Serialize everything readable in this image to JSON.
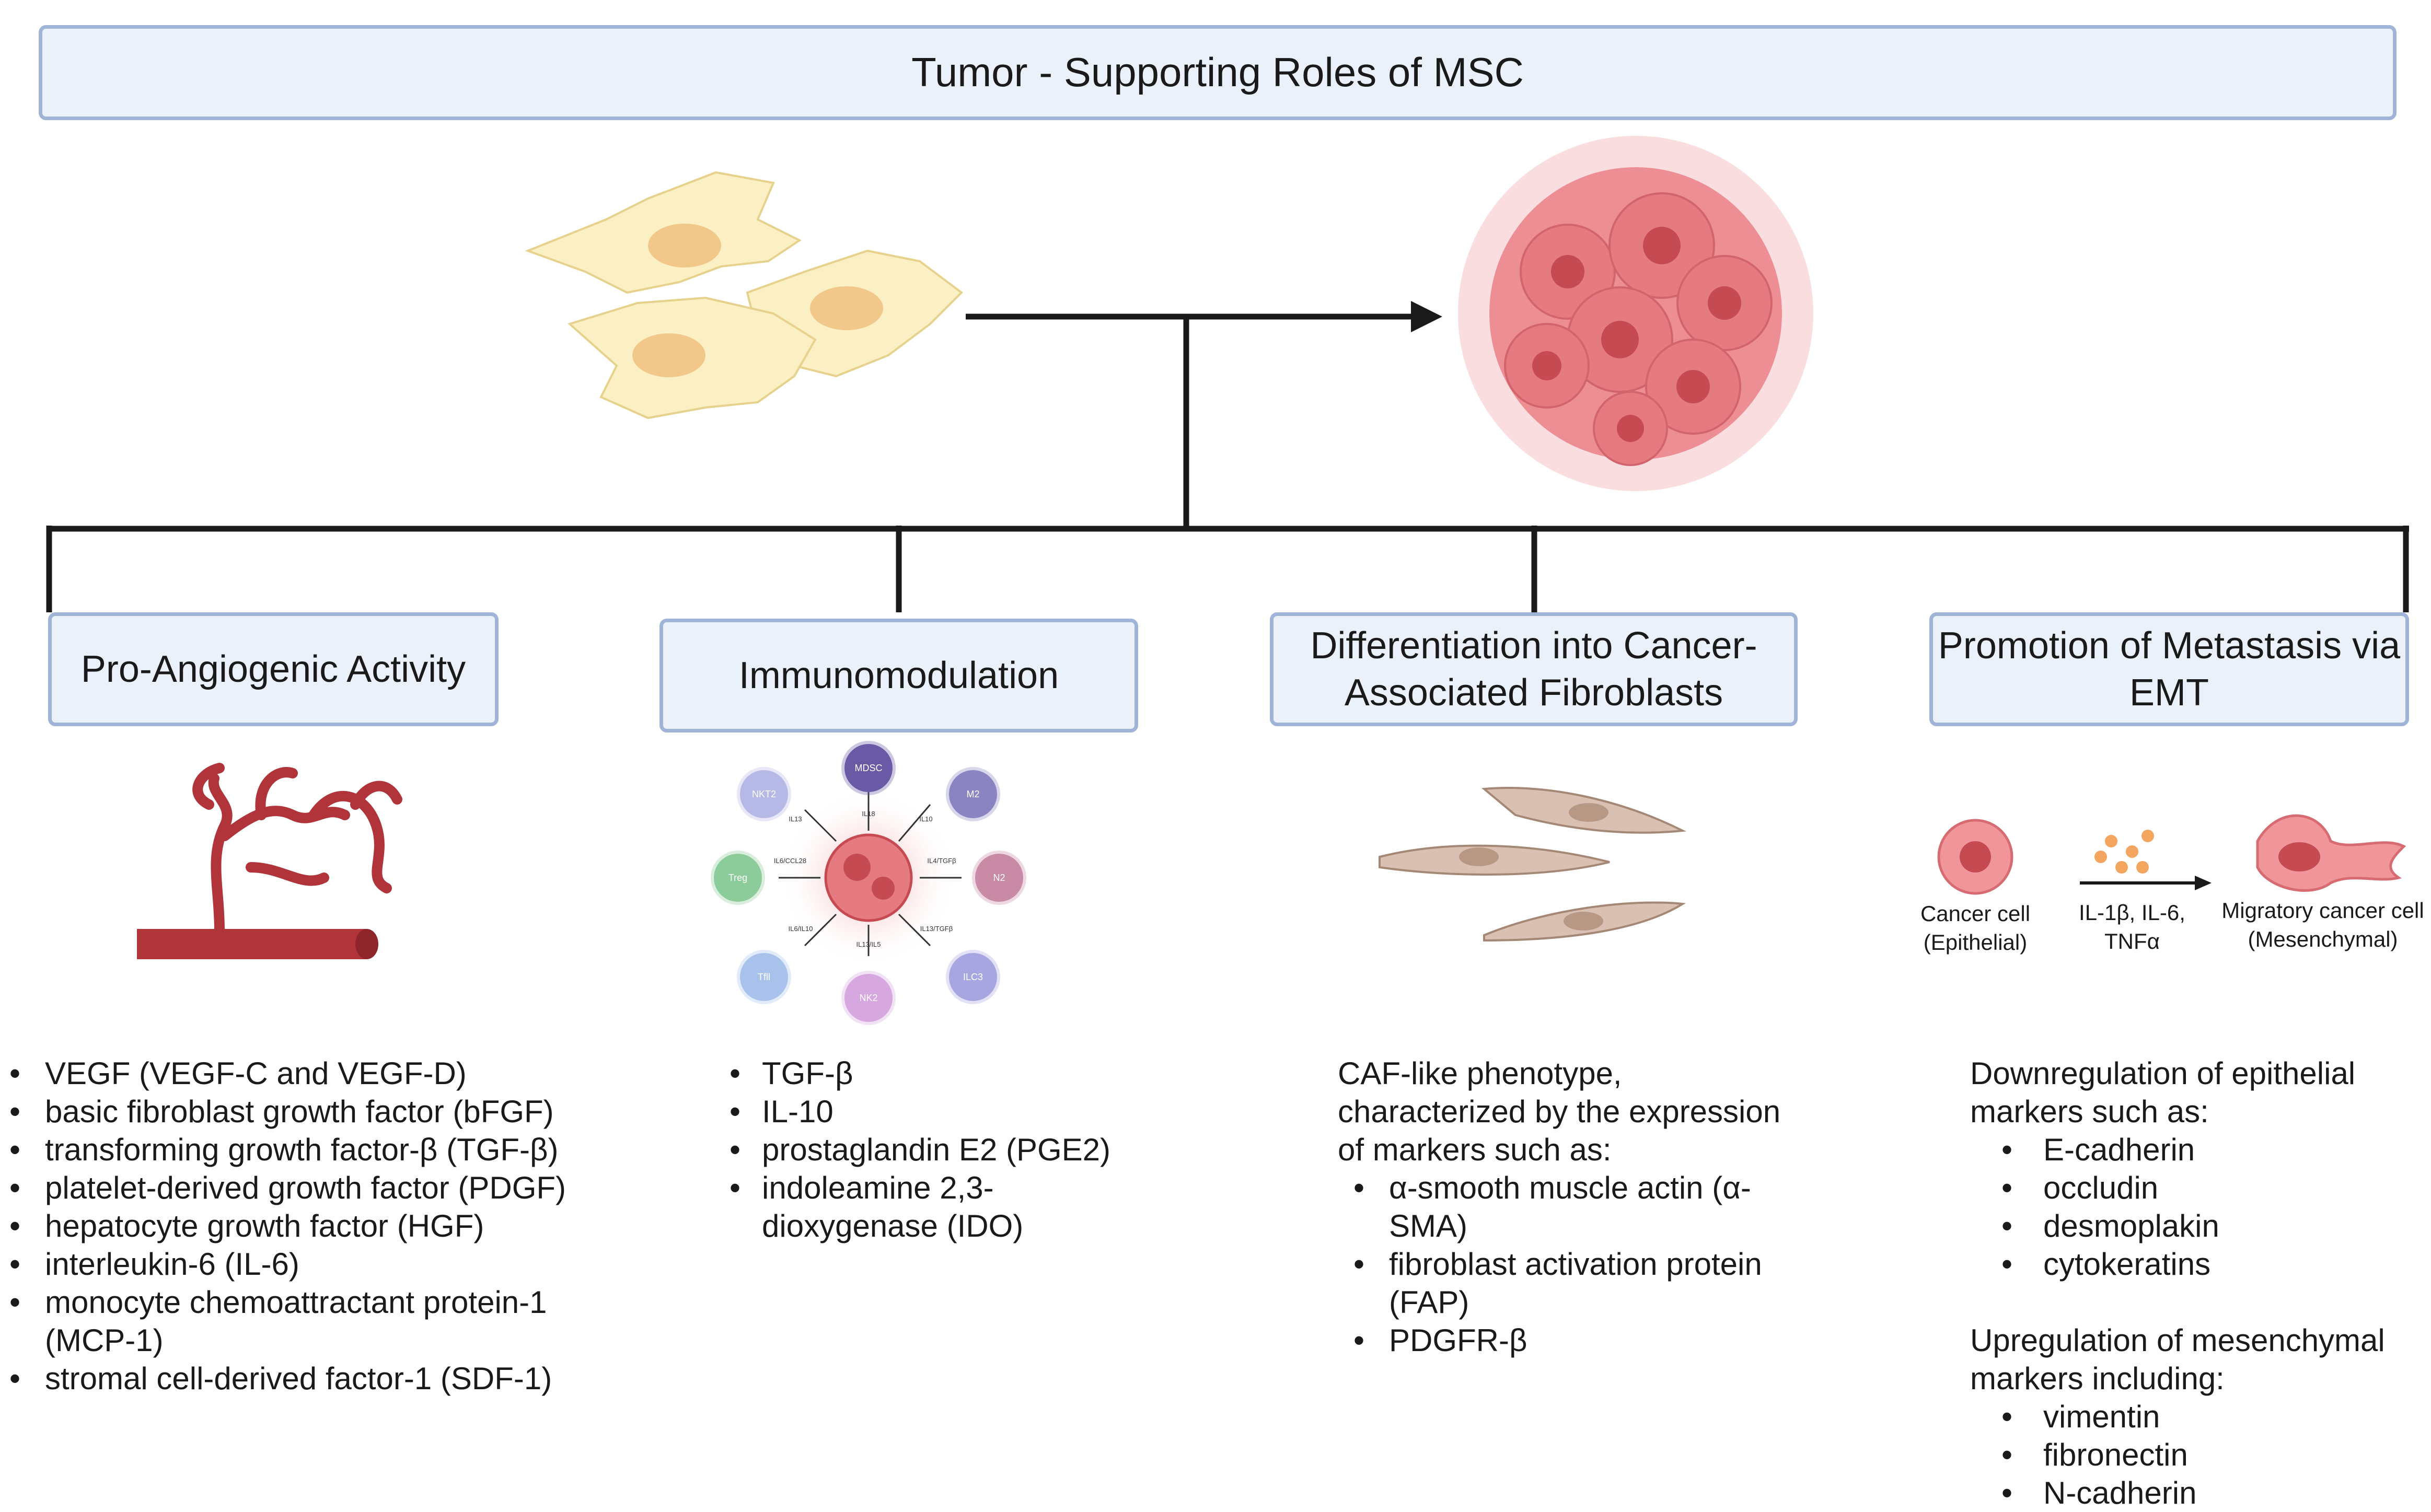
{
  "title": "Tumor - Supporting Roles of MSC",
  "categories": [
    {
      "label": "Pro-Angiogenic Activity"
    },
    {
      "label": "Immunomodulation"
    },
    {
      "label": "Differentiation into Cancer-Associated Fibroblasts"
    },
    {
      "label": "Promotion of Metastasis via EMT"
    }
  ],
  "immune_cells": [
    "MDSC",
    "M2",
    "N2",
    "ILC3",
    "NK2",
    "Tfll",
    "Treg",
    "NKT2"
  ],
  "immune_factors": [
    "IL18",
    "IL10",
    "IL4/TGFβ",
    "IL13/TGFβ",
    "IL13/IL5",
    "IL6/IL10",
    "IL6/CCL28",
    "IL13"
  ],
  "emt": {
    "cancer_cell_label": "Cancer cell (Epithelial)",
    "cytokines_label": "IL-1β, IL-6, TNFα",
    "migratory_label": "Migratory cancer cell (Mesenchymal)"
  },
  "lists": {
    "angiogenic": [
      "VEGF (VEGF-C and VEGF-D)",
      "basic fibroblast growth factor (bFGF)",
      "transforming growth factor-β (TGF-β)",
      "platelet-derived growth factor (PDGF)",
      "hepatocyte growth factor (HGF)",
      "interleukin-6 (IL-6)",
      "monocyte chemoattractant protein-1 (MCP-1)",
      "stromal cell-derived factor-1 (SDF-1)"
    ],
    "immuno": [
      "TGF-β",
      "IL-10",
      "prostaglandin E2 (PGE2)",
      "indoleamine 2,3-dioxygenase (IDO)"
    ],
    "caf": {
      "intro": "CAF-like phenotype, characterized by the expression of markers such as:",
      "items": [
        " α-smooth muscle actin (α-SMA)",
        " fibroblast activation protein (FAP)",
        " PDGFR-β"
      ]
    },
    "emt": {
      "intro_down": "Downregulation of epithelial markers such as:",
      "down_items": [
        "E-cadherin",
        "occludin",
        "desmoplakin",
        "cytokeratins"
      ],
      "intro_up": "Upregulation of mesenchymal markers including:",
      "up_items": [
        "vimentin",
        "fibronectin",
        "N-cadherin"
      ]
    }
  },
  "colors": {
    "box_fill": "#eaf1fb",
    "box_border": "#9fb4d6",
    "msc_fill": "#fbefc4",
    "tumor_fill": "#ec8e93",
    "vessel": "#b0343a",
    "fibroblast": "#d9c0b2"
  }
}
